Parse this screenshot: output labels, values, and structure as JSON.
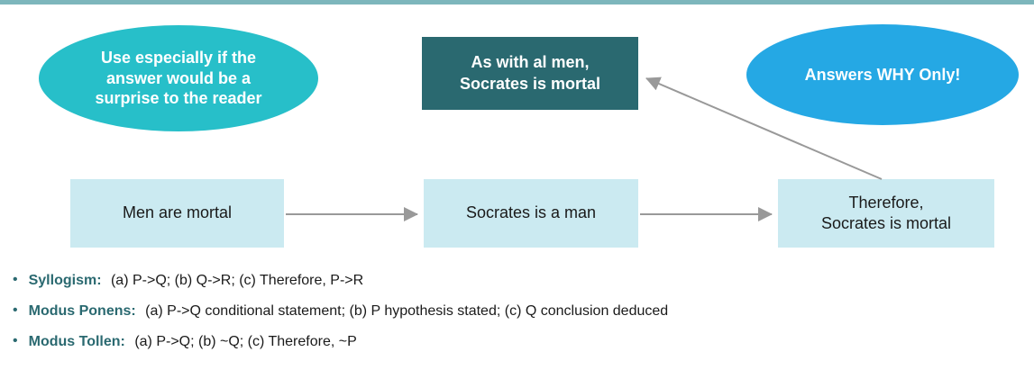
{
  "slide": {
    "top_bar_color": "#7db6bc",
    "background_color": "#ffffff"
  },
  "callouts": {
    "surprise": {
      "text": "Use especially if the\nanswer would be a\nsurprise to the reader",
      "fill_color": "#27bfc9",
      "text_color": "#ffffff"
    },
    "why": {
      "text": "Answers WHY Only!",
      "fill_color": "#25a8e4",
      "text_color": "#ffffff"
    }
  },
  "conclusion_box": {
    "text": "As with al men,\nSocrates is mortal",
    "fill_color": "#2a6970",
    "text_color": "#ffffff"
  },
  "flow": {
    "box_fill_color": "#cbeaf1",
    "arrow_color": "#999999",
    "steps": [
      {
        "label": "Men are mortal"
      },
      {
        "label": "Socrates is a man"
      },
      {
        "label": "Therefore,\nSocrates is mortal"
      }
    ]
  },
  "bullets": {
    "marker": "•",
    "term_color": "#2a6970",
    "items": [
      {
        "term": "Syllogism:",
        "rest": "(a) P->Q; (b) Q->R; (c) Therefore, P->R"
      },
      {
        "term": "Modus Ponens:",
        "rest": "(a) P->Q conditional statement; (b) P hypothesis stated; (c) Q conclusion deduced"
      },
      {
        "term": "Modus Tollen:",
        "rest": "(a) P->Q; (b) ~Q; (c) Therefore, ~P"
      }
    ]
  }
}
